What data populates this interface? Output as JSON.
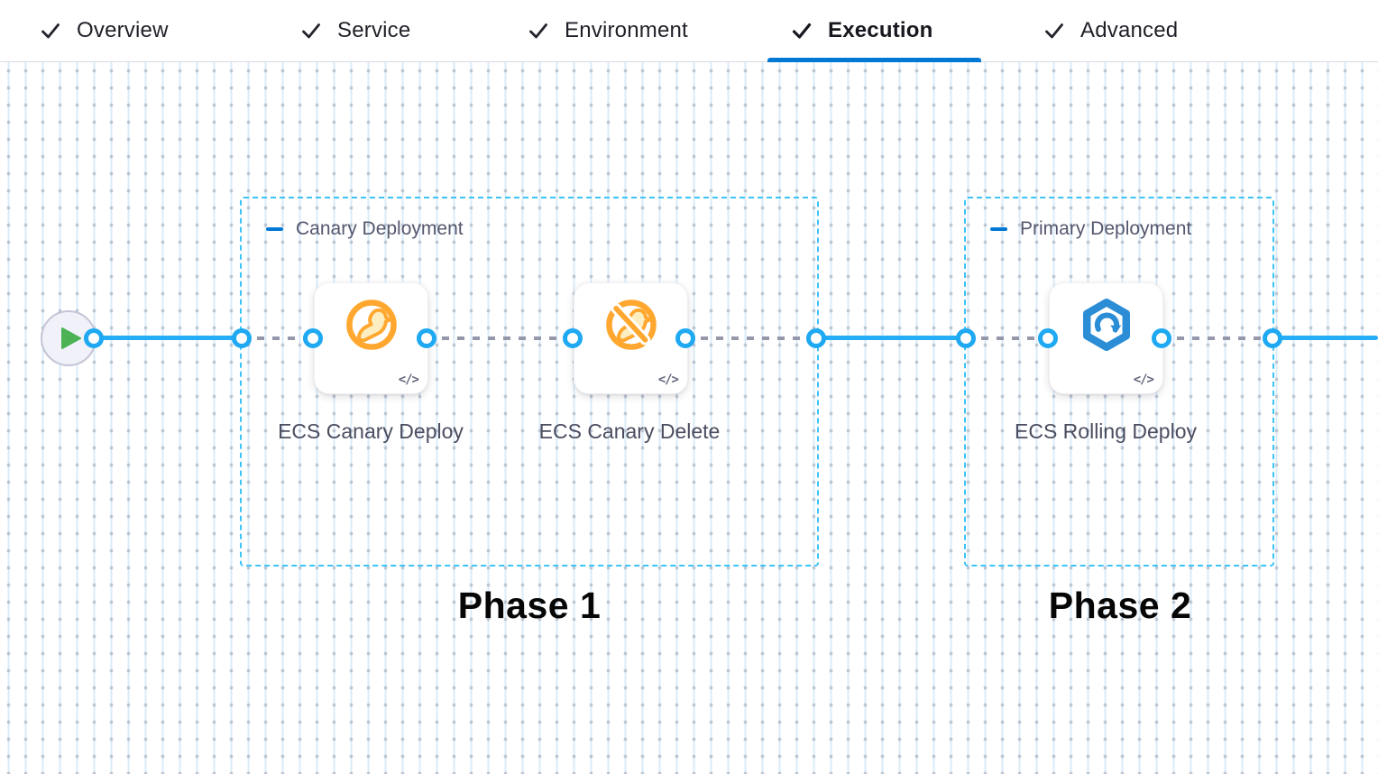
{
  "tabs": [
    {
      "label": "Overview",
      "active": false
    },
    {
      "label": "Service",
      "active": false
    },
    {
      "label": "Environment",
      "active": false
    },
    {
      "label": "Execution",
      "active": true
    },
    {
      "label": "Advanced",
      "active": false
    }
  ],
  "pipeline": {
    "groups": [
      {
        "title": "Canary Deployment",
        "phase_label": "Phase 1"
      },
      {
        "title": "Primary Deployment",
        "phase_label": "Phase 2"
      }
    ],
    "steps": [
      {
        "label": "ECS Canary Deploy",
        "icon": "canary-deploy-icon"
      },
      {
        "label": "ECS Canary Delete",
        "icon": "canary-delete-icon"
      },
      {
        "label": "ECS Rolling Deploy",
        "icon": "ecs-rolling-icon"
      }
    ],
    "start_node_icon": "play-icon",
    "code_glyph": "</>"
  },
  "colors": {
    "accent_blue": "#0278d5",
    "connector_blue": "#25aef5",
    "group_border": "#3ec3f5",
    "connector_gray": "#9597ab",
    "canary_orange": "#ffa72e",
    "ecs_blue": "#2b8dd6",
    "play_green": "#4cb254"
  }
}
